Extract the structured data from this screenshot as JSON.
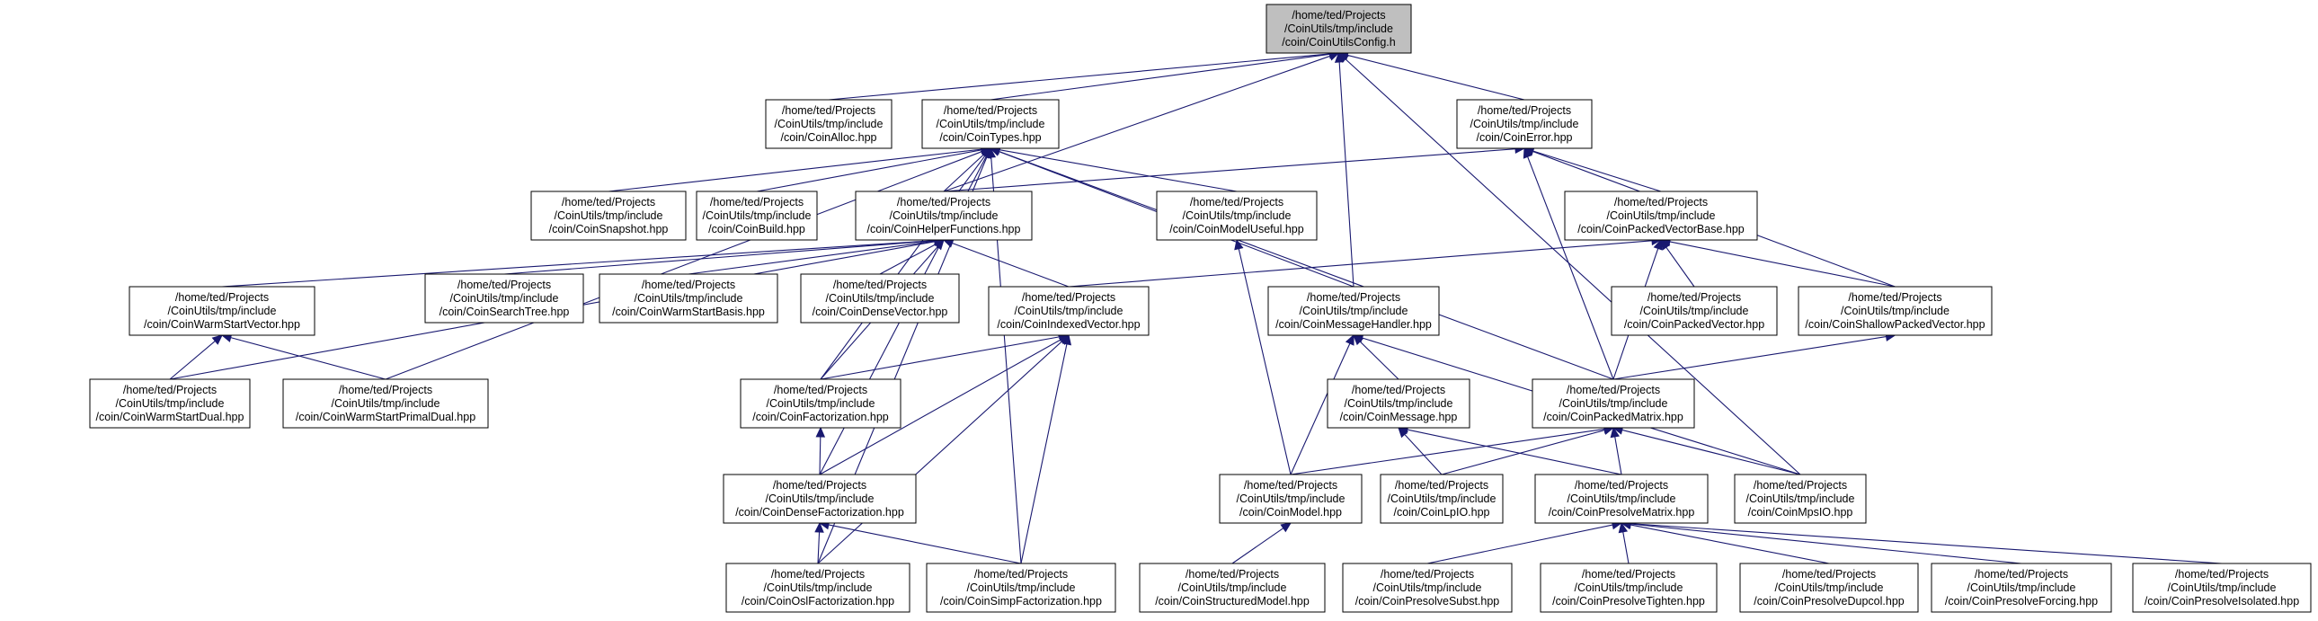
{
  "nodes": [
    {
      "id": "config",
      "root": true,
      "lines": [
        "/home/ted/Projects",
        "/CoinUtils/tmp/include",
        "/coin/CoinUtilsConfig.h"
      ]
    },
    {
      "id": "alloc",
      "lines": [
        "/home/ted/Projects",
        "/CoinUtils/tmp/include",
        "/coin/CoinAlloc.hpp"
      ]
    },
    {
      "id": "types",
      "lines": [
        "/home/ted/Projects",
        "/CoinUtils/tmp/include",
        "/coin/CoinTypes.hpp"
      ]
    },
    {
      "id": "error",
      "lines": [
        "/home/ted/Projects",
        "/CoinUtils/tmp/include",
        "/coin/CoinError.hpp"
      ]
    },
    {
      "id": "snapshot",
      "lines": [
        "/home/ted/Projects",
        "/CoinUtils/tmp/include",
        "/coin/CoinSnapshot.hpp"
      ]
    },
    {
      "id": "build",
      "lines": [
        "/home/ted/Projects",
        "/CoinUtils/tmp/include",
        "/coin/CoinBuild.hpp"
      ]
    },
    {
      "id": "helper",
      "lines": [
        "/home/ted/Projects",
        "/CoinUtils/tmp/include",
        "/coin/CoinHelperFunctions.hpp"
      ]
    },
    {
      "id": "modeluseful",
      "lines": [
        "/home/ted/Projects",
        "/CoinUtils/tmp/include",
        "/coin/CoinModelUseful.hpp"
      ]
    },
    {
      "id": "pvbase",
      "lines": [
        "/home/ted/Projects",
        "/CoinUtils/tmp/include",
        "/coin/CoinPackedVectorBase.hpp"
      ]
    },
    {
      "id": "warmstartvector",
      "lines": [
        "/home/ted/Projects",
        "/CoinUtils/tmp/include",
        "/coin/CoinWarmStartVector.hpp"
      ]
    },
    {
      "id": "searchtree",
      "lines": [
        "/home/ted/Projects",
        "/CoinUtils/tmp/include",
        "/coin/CoinSearchTree.hpp"
      ]
    },
    {
      "id": "warmstartbasis",
      "lines": [
        "/home/ted/Projects",
        "/CoinUtils/tmp/include",
        "/coin/CoinWarmStartBasis.hpp"
      ]
    },
    {
      "id": "densevector",
      "lines": [
        "/home/ted/Projects",
        "/CoinUtils/tmp/include",
        "/coin/CoinDenseVector.hpp"
      ]
    },
    {
      "id": "indexedvector",
      "lines": [
        "/home/ted/Projects",
        "/CoinUtils/tmp/include",
        "/coin/CoinIndexedVector.hpp"
      ]
    },
    {
      "id": "msghandler",
      "lines": [
        "/home/ted/Projects",
        "/CoinUtils/tmp/include",
        "/coin/CoinMessageHandler.hpp"
      ]
    },
    {
      "id": "packedvector",
      "lines": [
        "/home/ted/Projects",
        "/CoinUtils/tmp/include",
        "/coin/CoinPackedVector.hpp"
      ]
    },
    {
      "id": "shallowpv",
      "lines": [
        "/home/ted/Projects",
        "/CoinUtils/tmp/include",
        "/coin/CoinShallowPackedVector.hpp"
      ]
    },
    {
      "id": "warmstartdual",
      "lines": [
        "/home/ted/Projects",
        "/CoinUtils/tmp/include",
        "/coin/CoinWarmStartDual.hpp"
      ]
    },
    {
      "id": "warmstartprimaldual",
      "lines": [
        "/home/ted/Projects",
        "/CoinUtils/tmp/include",
        "/coin/CoinWarmStartPrimalDual.hpp"
      ]
    },
    {
      "id": "factorization",
      "lines": [
        "/home/ted/Projects",
        "/CoinUtils/tmp/include",
        "/coin/CoinFactorization.hpp"
      ]
    },
    {
      "id": "message",
      "lines": [
        "/home/ted/Projects",
        "/CoinUtils/tmp/include",
        "/coin/CoinMessage.hpp"
      ]
    },
    {
      "id": "packedmatrix",
      "lines": [
        "/home/ted/Projects",
        "/CoinUtils/tmp/include",
        "/coin/CoinPackedMatrix.hpp"
      ]
    },
    {
      "id": "densefact",
      "lines": [
        "/home/ted/Projects",
        "/CoinUtils/tmp/include",
        "/coin/CoinDenseFactorization.hpp"
      ]
    },
    {
      "id": "model",
      "lines": [
        "/home/ted/Projects",
        "/CoinUtils/tmp/include",
        "/coin/CoinModel.hpp"
      ]
    },
    {
      "id": "lpio",
      "lines": [
        "/home/ted/Projects",
        "/CoinUtils/tmp/include",
        "/coin/CoinLpIO.hpp"
      ]
    },
    {
      "id": "presolvematrix",
      "lines": [
        "/home/ted/Projects",
        "/CoinUtils/tmp/include",
        "/coin/CoinPresolveMatrix.hpp"
      ]
    },
    {
      "id": "mpsio",
      "lines": [
        "/home/ted/Projects",
        "/CoinUtils/tmp/include",
        "/coin/CoinMpsIO.hpp"
      ]
    },
    {
      "id": "oslfact",
      "lines": [
        "/home/ted/Projects",
        "/CoinUtils/tmp/include",
        "/coin/CoinOslFactorization.hpp"
      ]
    },
    {
      "id": "simpfact",
      "lines": [
        "/home/ted/Projects",
        "/CoinUtils/tmp/include",
        "/coin/CoinSimpFactorization.hpp"
      ]
    },
    {
      "id": "structmodel",
      "lines": [
        "/home/ted/Projects",
        "/CoinUtils/tmp/include",
        "/coin/CoinStructuredModel.hpp"
      ]
    },
    {
      "id": "presolvesubst",
      "lines": [
        "/home/ted/Projects",
        "/CoinUtils/tmp/include",
        "/coin/CoinPresolveSubst.hpp"
      ]
    },
    {
      "id": "presolvetighten",
      "lines": [
        "/home/ted/Projects",
        "/CoinUtils/tmp/include",
        "/coin/CoinPresolveTighten.hpp"
      ]
    },
    {
      "id": "presolvedupcol",
      "lines": [
        "/home/ted/Projects",
        "/CoinUtils/tmp/include",
        "/coin/CoinPresolveDupcol.hpp"
      ]
    },
    {
      "id": "presolveforcing",
      "lines": [
        "/home/ted/Projects",
        "/CoinUtils/tmp/include",
        "/coin/CoinPresolveForcing.hpp"
      ]
    },
    {
      "id": "presolveisolated",
      "lines": [
        "/home/ted/Projects",
        "/CoinUtils/tmp/include",
        "/coin/CoinPresolveIsolated.hpp"
      ]
    }
  ],
  "edges": [
    {
      "from": "alloc",
      "to": "config"
    },
    {
      "from": "types",
      "to": "config"
    },
    {
      "from": "error",
      "to": "config"
    },
    {
      "from": "helper",
      "to": "config"
    },
    {
      "from": "msghandler",
      "to": "config"
    },
    {
      "from": "mpsio",
      "to": "config"
    },
    {
      "from": "snapshot",
      "to": "types"
    },
    {
      "from": "build",
      "to": "types"
    },
    {
      "from": "helper",
      "to": "types"
    },
    {
      "from": "modeluseful",
      "to": "types"
    },
    {
      "from": "msghandler",
      "to": "types"
    },
    {
      "from": "packedmatrix",
      "to": "types"
    },
    {
      "from": "factorization",
      "to": "types"
    },
    {
      "from": "densefact",
      "to": "types"
    },
    {
      "from": "oslfact",
      "to": "types"
    },
    {
      "from": "simpfact",
      "to": "types"
    },
    {
      "from": "warmstartprimaldual",
      "to": "types"
    },
    {
      "from": "helper",
      "to": "error"
    },
    {
      "from": "pvbase",
      "to": "error"
    },
    {
      "from": "shallowpv",
      "to": "error"
    },
    {
      "from": "packedmatrix",
      "to": "error"
    },
    {
      "from": "warmstartvector",
      "to": "helper"
    },
    {
      "from": "searchtree",
      "to": "helper"
    },
    {
      "from": "warmstartbasis",
      "to": "helper"
    },
    {
      "from": "densevector",
      "to": "helper"
    },
    {
      "from": "indexedvector",
      "to": "helper"
    },
    {
      "from": "factorization",
      "to": "helper"
    },
    {
      "from": "warmstartdual",
      "to": "helper"
    },
    {
      "from": "model",
      "to": "modeluseful"
    },
    {
      "from": "packedvector",
      "to": "pvbase"
    },
    {
      "from": "shallowpv",
      "to": "pvbase"
    },
    {
      "from": "indexedvector",
      "to": "pvbase"
    },
    {
      "from": "packedmatrix",
      "to": "pvbase"
    },
    {
      "from": "warmstartdual",
      "to": "warmstartvector"
    },
    {
      "from": "warmstartprimaldual",
      "to": "warmstartvector"
    },
    {
      "from": "factorization",
      "to": "indexedvector"
    },
    {
      "from": "densefact",
      "to": "indexedvector"
    },
    {
      "from": "oslfact",
      "to": "indexedvector"
    },
    {
      "from": "simpfact",
      "to": "indexedvector"
    },
    {
      "from": "message",
      "to": "msghandler"
    },
    {
      "from": "model",
      "to": "msghandler"
    },
    {
      "from": "mpsio",
      "to": "msghandler"
    },
    {
      "from": "packedmatrix",
      "to": "shallowpv"
    },
    {
      "from": "densefact",
      "to": "factorization"
    },
    {
      "from": "lpio",
      "to": "message"
    },
    {
      "from": "presolvematrix",
      "to": "message"
    },
    {
      "from": "model",
      "to": "packedmatrix"
    },
    {
      "from": "lpio",
      "to": "packedmatrix"
    },
    {
      "from": "presolvematrix",
      "to": "packedmatrix"
    },
    {
      "from": "mpsio",
      "to": "packedmatrix"
    },
    {
      "from": "oslfact",
      "to": "densefact"
    },
    {
      "from": "simpfact",
      "to": "densefact"
    },
    {
      "from": "structmodel",
      "to": "model"
    },
    {
      "from": "presolvesubst",
      "to": "presolvematrix"
    },
    {
      "from": "presolvetighten",
      "to": "presolvematrix"
    },
    {
      "from": "presolvedupcol",
      "to": "presolvematrix"
    },
    {
      "from": "presolveforcing",
      "to": "presolvematrix"
    },
    {
      "from": "presolveisolated",
      "to": "presolvematrix"
    }
  ]
}
